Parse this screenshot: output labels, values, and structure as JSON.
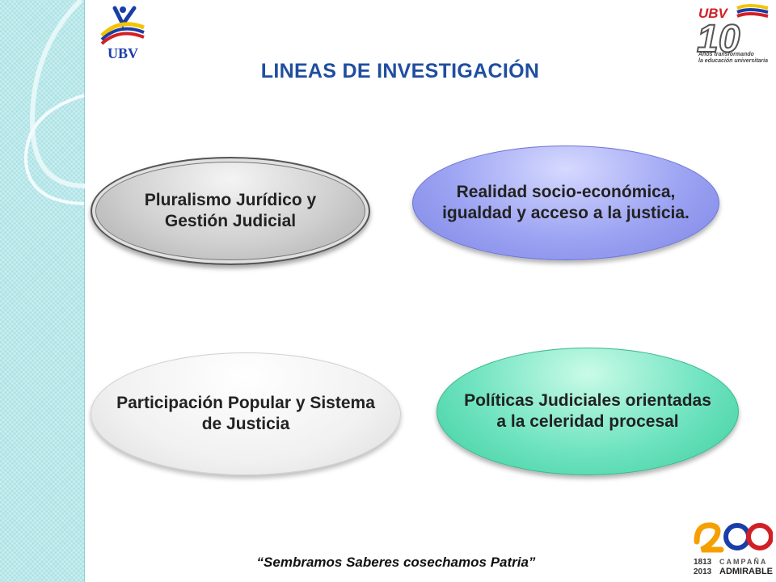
{
  "header": {
    "title": "LINEAS DE INVESTIGACIÓN",
    "logo_left_text": "UBV",
    "logo_right_brand": "UBV",
    "logo_right_number": "10",
    "logo_right_tagline_1": "Años transformando",
    "logo_right_tagline_2": "la educación universitaria"
  },
  "ovals": [
    {
      "label": "Pluralismo Jurídico  y Gestión Judicial",
      "fill": "#cfcfcf"
    },
    {
      "label": "Realidad socio-económica, igualdad y acceso a la justicia.",
      "fill": "#9ca3f2"
    },
    {
      "label": "Participación Popular  y Sistema de Justicia",
      "fill": "#f1f1f1"
    },
    {
      "label": "Políticas Judiciales orientadas a la celeridad procesal",
      "fill": "#6fe3bf"
    }
  ],
  "footer": {
    "slogan": "“Sembramos Saberes cosechamos Patria”",
    "campaign_year_1": "1813",
    "campaign_year_2": "2013",
    "campaign_word_1": "CAMPAÑA",
    "campaign_word_2": "ADMIRABLE"
  },
  "colors": {
    "title": "#1f4ea0",
    "side_band": "#aee3e6",
    "flag_yellow": "#f5c400",
    "flag_blue": "#1a3ea8",
    "flag_red": "#d21f26"
  }
}
